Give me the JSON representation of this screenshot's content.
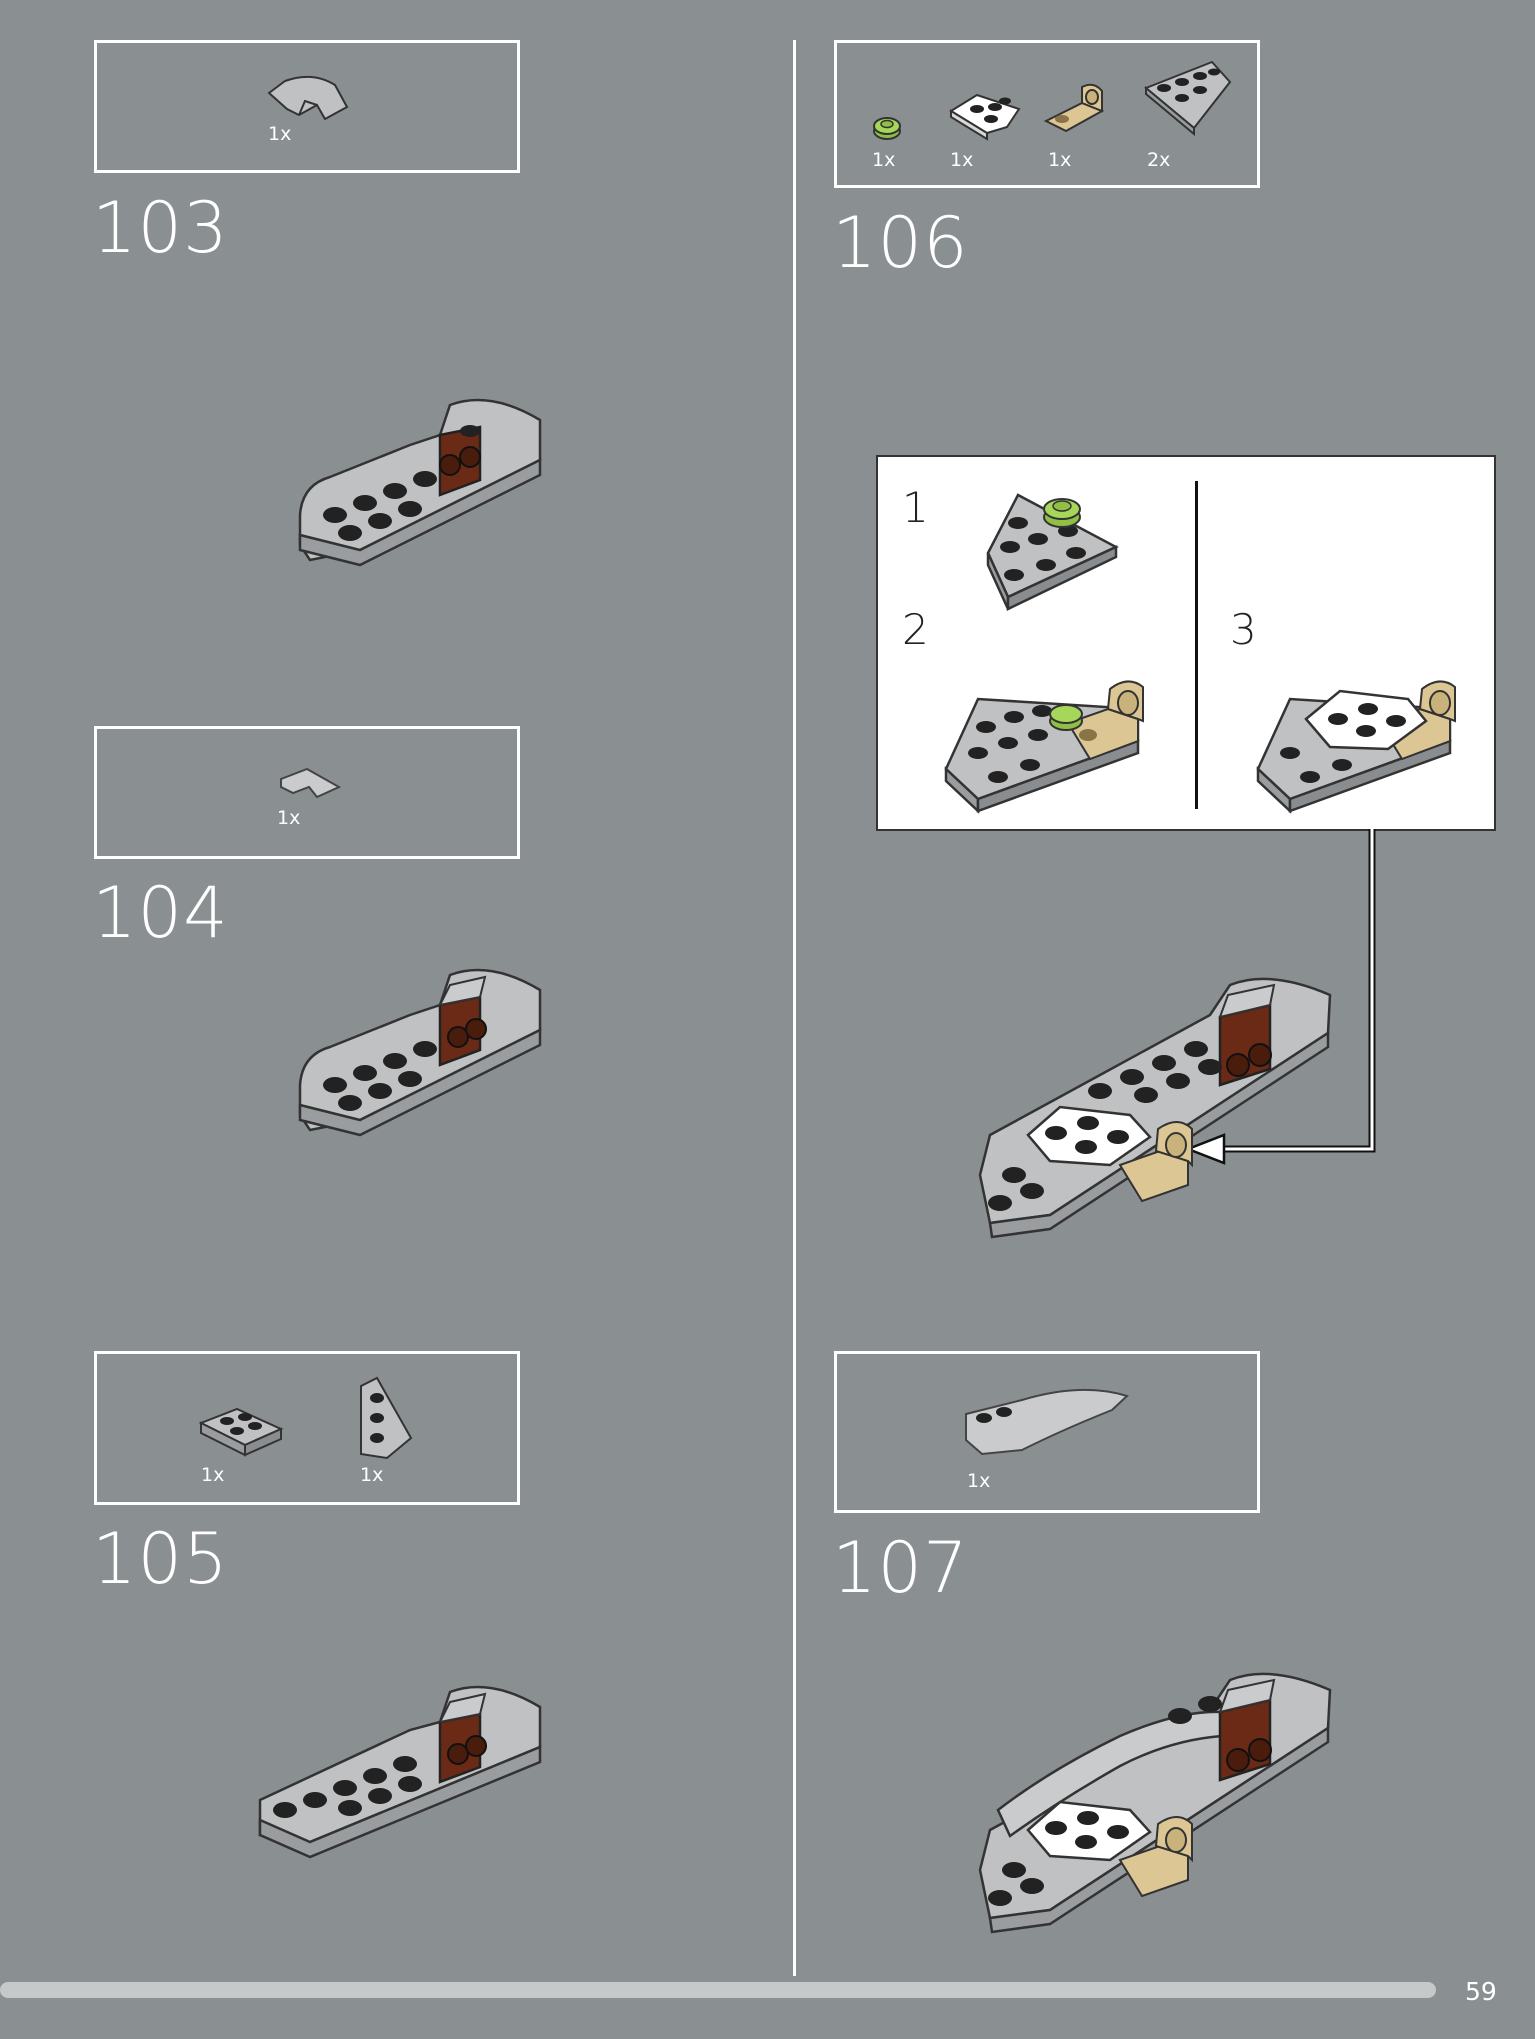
{
  "steps": [
    {
      "number": "103",
      "parts": [
        {
          "qty": "1x",
          "icon": "curved-slope-part-icon"
        }
      ]
    },
    {
      "number": "104",
      "parts": [
        {
          "qty": "1x",
          "icon": "cheese-slope-part-icon"
        }
      ]
    },
    {
      "number": "105",
      "parts": [
        {
          "qty": "1x",
          "icon": "plate-2x2-part-icon"
        },
        {
          "qty": "1x",
          "icon": "wedge-plate-part-icon"
        }
      ]
    },
    {
      "number": "106",
      "parts": [
        {
          "qty": "1x",
          "icon": "round-plate-lime-part-icon"
        },
        {
          "qty": "1x",
          "icon": "white-wedge-plate-part-icon"
        },
        {
          "qty": "1x",
          "icon": "tan-bracket-part-icon"
        },
        {
          "qty": "2x",
          "icon": "gray-wedge-plate-part-icon"
        }
      ]
    },
    {
      "number": "107",
      "parts": [
        {
          "qty": "1x",
          "icon": "long-curved-slope-part-icon"
        }
      ]
    }
  ],
  "callout": {
    "sub_steps": [
      "1",
      "2",
      "3"
    ]
  },
  "page_number": "59",
  "colors": {
    "background": "#8a9092",
    "light_gray": "#bfc1c2",
    "dark_gray": "#707375",
    "brown": "#6b2a15",
    "tan": "#dcc694",
    "lime": "#a6d65a",
    "white": "#ffffff"
  }
}
